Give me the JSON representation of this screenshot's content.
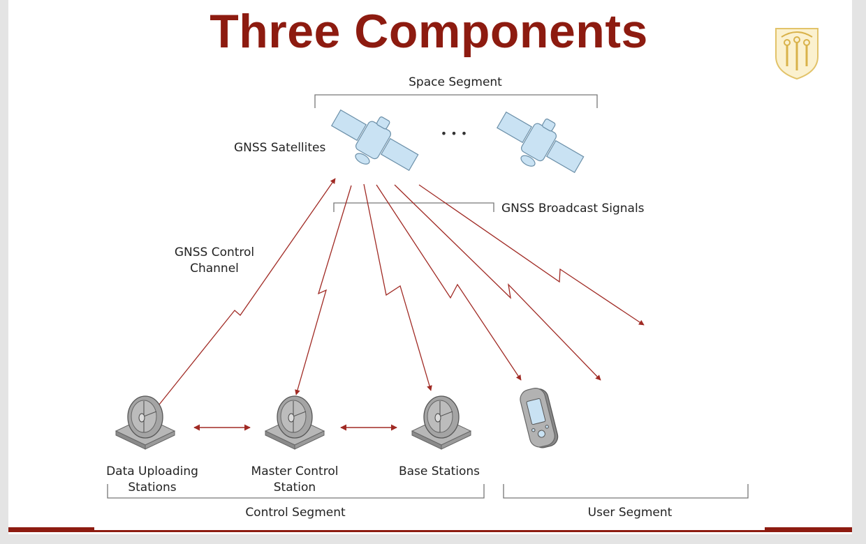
{
  "title": "Three Components",
  "labels": {
    "space_segment": "Space Segment",
    "gnss_satellites": "GNSS Satellites",
    "ellipsis": "• • •",
    "broadcast_signals": "GNSS Broadcast Signals",
    "control_channel_line1": "GNSS Control",
    "control_channel_line2": "Channel",
    "data_uploading_line1": "Data Uploading",
    "data_uploading_line2": "Stations",
    "master_control_line1": "Master Control",
    "master_control_line2": "Station",
    "base_stations": "Base Stations",
    "control_segment": "Control Segment",
    "user_segment": "User Segment"
  },
  "colors": {
    "title": "#8d1b10",
    "signal": "#a02a24",
    "satellite": "#c9e2f3",
    "dish": "#a8a8a8"
  }
}
